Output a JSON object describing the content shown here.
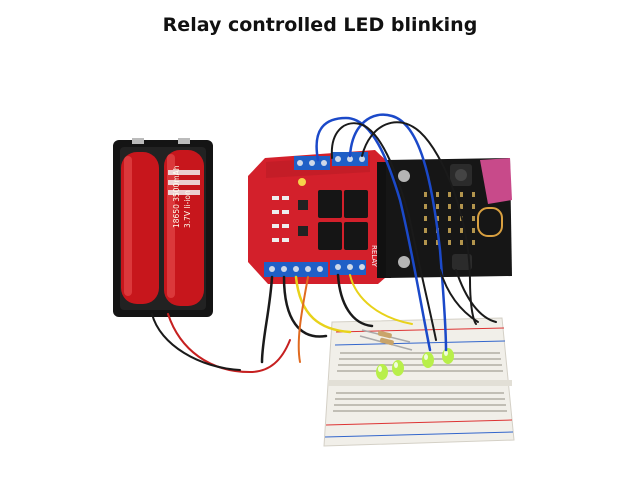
{
  "title": "Relay controlled LED blinking",
  "battery": {
    "label_line1": "18650 3500mAh",
    "label_line2": "3.7V li-ion"
  },
  "relay_board": {
    "label": "RELAY"
  },
  "colors": {
    "board_red": "#d3202b",
    "battery_red": "#c7161c",
    "holder_black": "#141414",
    "terminal_blue": "#1f5fc6",
    "microbit_black": "#161616",
    "breadboard": "#f1efe9",
    "led_green": "#b8ef4a",
    "wire_blue": "#1b49c9",
    "wire_red": "#c62020",
    "wire_black": "#1a1a1a",
    "wire_yellow": "#e8d21a"
  }
}
